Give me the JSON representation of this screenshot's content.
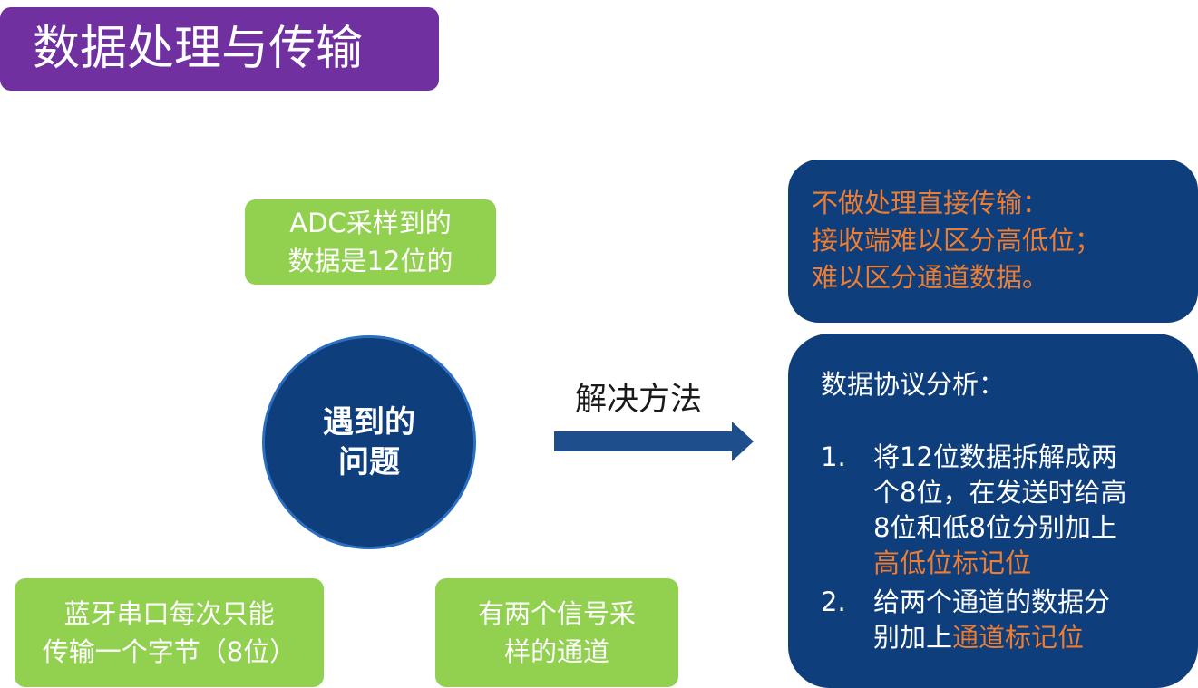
{
  "title": "数据处理与传输",
  "problem_circle": [
    "遇到的",
    "问题"
  ],
  "problems": {
    "adc": [
      "ADC采样到的",
      "数据是12位的"
    ],
    "bluetooth": [
      "蓝牙串口每次只能",
      "传输一个字节（8位）"
    ],
    "channels": [
      "有两个信号采",
      "样的通道"
    ]
  },
  "method_label": "解决方法",
  "direct_transfer": [
    "不做处理直接传输：",
    "接收端难以区分高低位；",
    "难以区分通道数据。"
  ],
  "protocol": {
    "heading": "数据协议分析：",
    "item1_number": "1.",
    "item1_lines": [
      "将12位数据拆解成两",
      "个8位，在发送时给高",
      "8位和低8位分别加上"
    ],
    "item1_highlight": "高低位标记位",
    "item2_number": "2.",
    "item2_line1": "给两个通道的数据分",
    "item2_line2_prefix": "别加上",
    "item2_highlight": "通道标记位"
  },
  "colors": {
    "title_bg": "#7030a0",
    "green_box": "#92d050",
    "navy": "#0e3e7c",
    "highlight_orange": "#ed7d31",
    "arrow": "#1f4e8c"
  }
}
